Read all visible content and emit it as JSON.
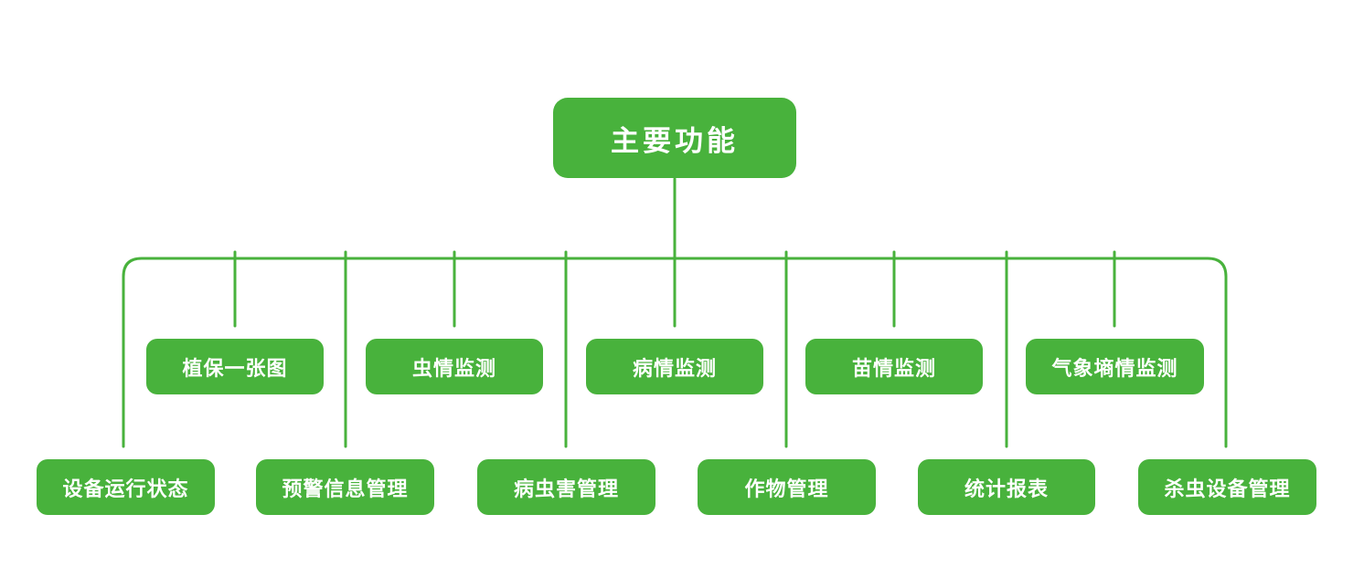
{
  "colors": {
    "green": "#48b23c",
    "text_on_green": "#ffffff",
    "background": "#ffffff"
  },
  "root": {
    "label": "主要功能"
  },
  "branches_row1": [
    {
      "label": "植保一张图"
    },
    {
      "label": "虫情监测"
    },
    {
      "label": "病情监测"
    },
    {
      "label": "苗情监测"
    },
    {
      "label": "气象墒情监测"
    }
  ],
  "branches_row2": [
    {
      "label": "设备运行状态"
    },
    {
      "label": "预警信息管理"
    },
    {
      "label": "病虫害管理"
    },
    {
      "label": "作物管理"
    },
    {
      "label": "统计报表"
    },
    {
      "label": "杀虫设备管理"
    }
  ]
}
